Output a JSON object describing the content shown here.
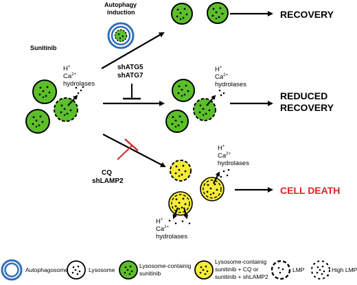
{
  "diagram": {
    "drug": "Sunitinib",
    "autophagy_induction": [
      "Autophagy",
      "induction"
    ],
    "inhibitors_autophagy": [
      "shATG5",
      "shATG7"
    ],
    "inhibitors_lysosome": [
      "CQ",
      "shLAMP2"
    ],
    "ions": {
      "h": "H",
      "h_sup": "+",
      "ca": "Ca",
      "ca_sup": "2+",
      "hydrolases": "hydrolases"
    },
    "outcomes": {
      "recovery": "RECOVERY",
      "reduced_recovery": [
        "REDUCED",
        "RECOVERY"
      ],
      "cell_death": "CELL DEATH"
    },
    "colors": {
      "lysosome_green": "#5cbf2a",
      "yellow_lysosome": "#f5ec36",
      "autophagosome_blue": "#2f6db6",
      "cell_death_red": "#e02020",
      "inhibitor_red": "#d42a2a"
    }
  },
  "legend": {
    "items": [
      {
        "label": [
          "Autophagosome"
        ]
      },
      {
        "label": [
          "Lysosome"
        ]
      },
      {
        "label": [
          "Lysosome-containig",
          "sunitinib"
        ]
      },
      {
        "label": [
          "Lysosome-containig",
          "sunitinib + CQ or",
          "sunitinib + shLAMP2"
        ]
      },
      {
        "label": [
          "LMP"
        ]
      },
      {
        "label": [
          "High LMP"
        ]
      }
    ]
  }
}
